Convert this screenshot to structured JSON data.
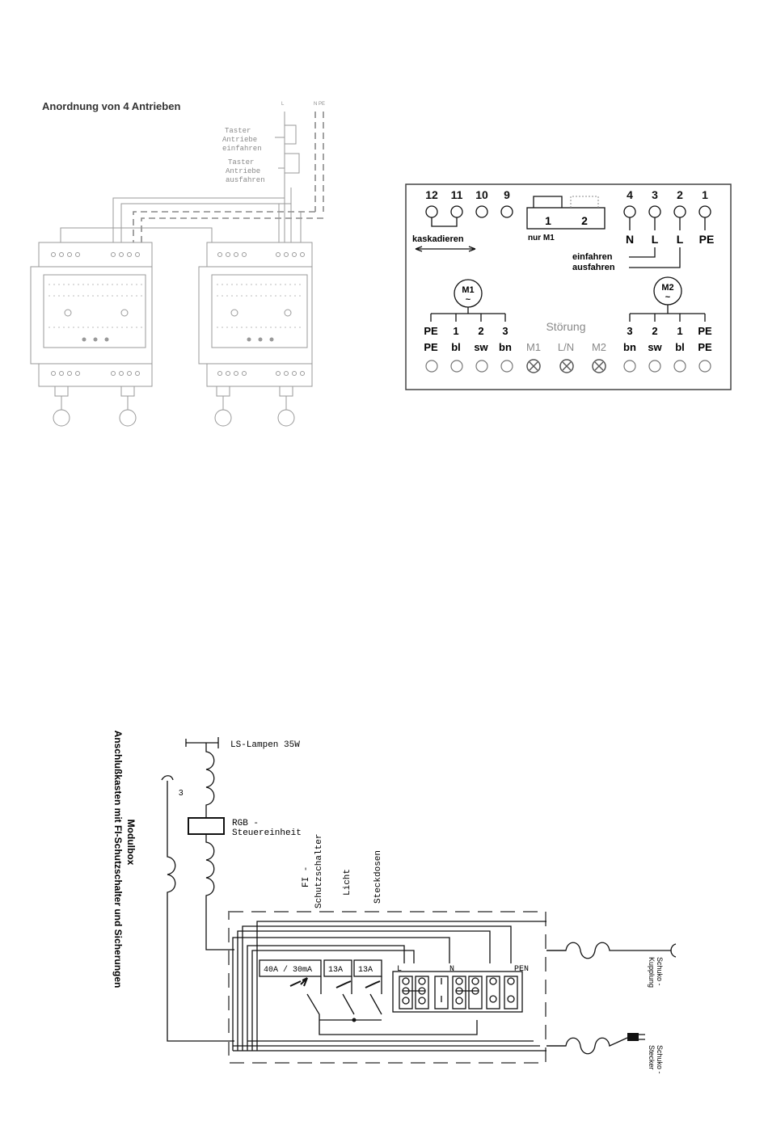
{
  "fig1": {
    "title": "Anordnung von 4 Antrieben",
    "mains_label_left": "L",
    "mains_label_right": "N PE",
    "switch_in": [
      "Taster",
      "Antriebe",
      "einfahren"
    ],
    "switch_out": [
      "Taster",
      "Antriebe",
      "ausfahren"
    ]
  },
  "fig2": {
    "top_numbers": [
      "12",
      "11",
      "10",
      "9",
      "4",
      "3",
      "2",
      "1"
    ],
    "jumper_labels": [
      "1",
      "2"
    ],
    "jumper_note": "nur M1",
    "cascade_label": "kaskadieren",
    "right_terminal_labels": [
      "N",
      "L",
      "L",
      "PE"
    ],
    "einfahren": "einfahren",
    "ausfahren": "ausfahren",
    "motor1": "M1",
    "motor2": "M2",
    "motor_symbol": "~",
    "stoerung": "Störung",
    "left_pins": [
      "PE",
      "1",
      "2",
      "3"
    ],
    "left_colors": [
      "PE",
      "bl",
      "sw",
      "bn"
    ],
    "led_labels": [
      "M1",
      "L/N",
      "M2"
    ],
    "right_pins": [
      "3",
      "2",
      "1",
      "PE"
    ],
    "right_colors": [
      "bn",
      "sw",
      "bl",
      "PE"
    ]
  },
  "fig3": {
    "title_line1": "Modulbox",
    "title_line2": "Anschlußkasten mit FI-Schutzschalter und Sicherungen",
    "lamp_label": "LS-Lampen 35W",
    "lamp_count": "3",
    "rgb_line1": "RGB -",
    "rgb_line2": "Steuereinheit",
    "fi_line1": "FI -",
    "fi_line2": "Schutzschalter",
    "licht": "Licht",
    "steckdosen": "Steckdosen",
    "breaker1": "40A / 30mA",
    "breaker2": "13A",
    "breaker3": "13A",
    "term_L": "L",
    "term_N": "N",
    "term_PEN": "PEN",
    "coupling_line1": "Schuko -",
    "coupling_line2": "Kupplung",
    "plug_line1": "Schuko -",
    "plug_line2": "Stecker"
  }
}
